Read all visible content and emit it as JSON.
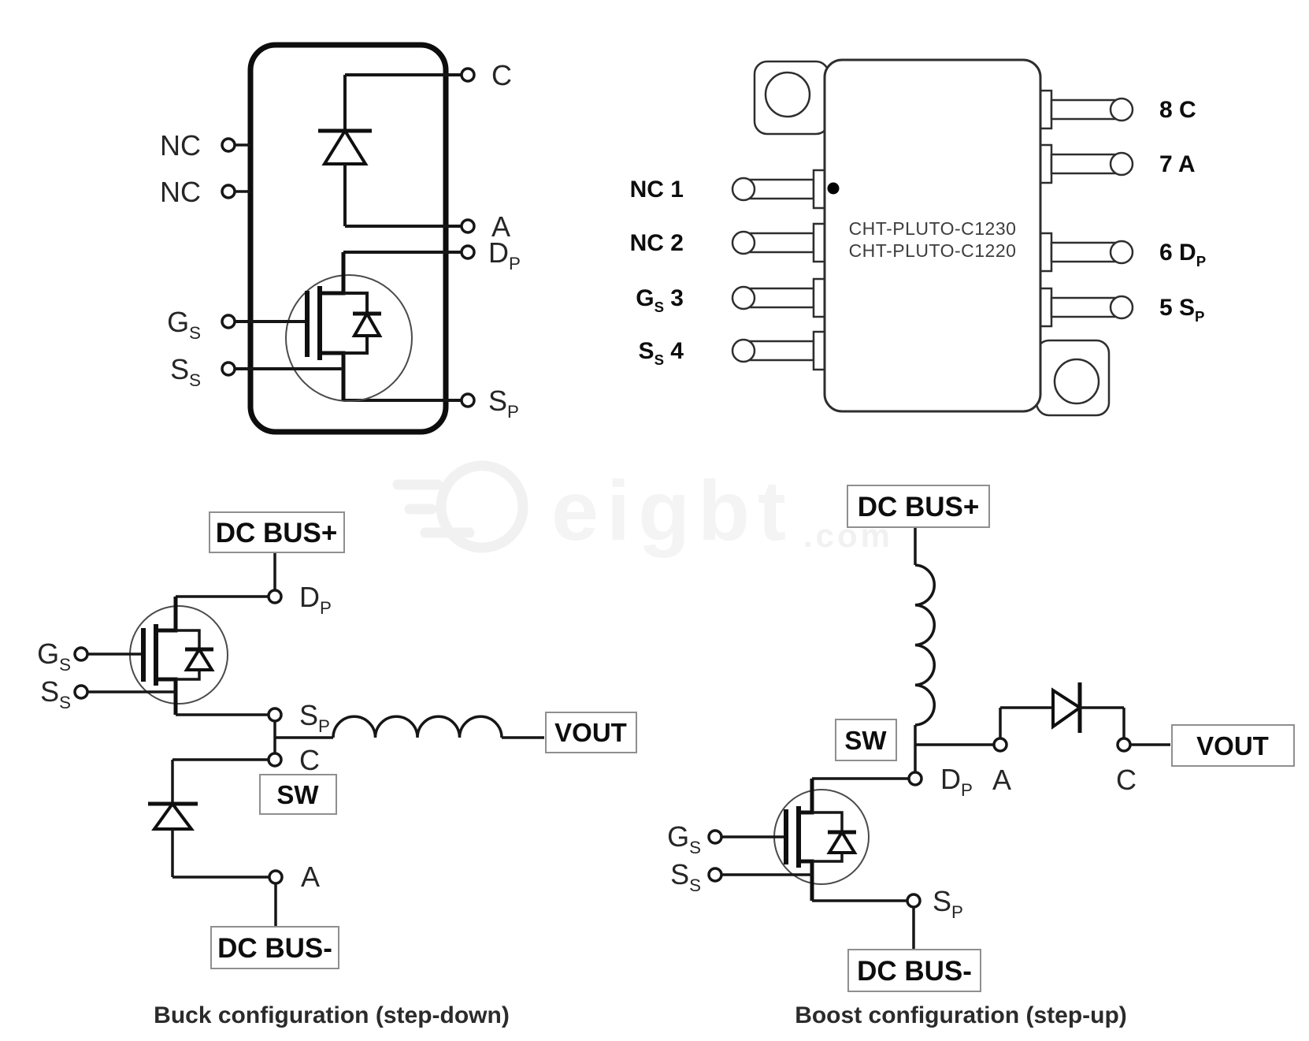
{
  "watermark": {
    "brand": "eigbt",
    "domain": ".com"
  },
  "symbol": {
    "left": [
      {
        "pre": "NC",
        "sub": "",
        "post": ""
      },
      {
        "pre": "NC",
        "sub": "",
        "post": ""
      },
      {
        "pre": "G",
        "sub": "S",
        "post": ""
      },
      {
        "pre": "S",
        "sub": "S",
        "post": ""
      }
    ],
    "right": [
      {
        "pre": "C",
        "sub": "",
        "post": ""
      },
      {
        "pre": "A",
        "sub": "",
        "post": ""
      },
      {
        "pre": "D",
        "sub": "P",
        "post": ""
      },
      {
        "pre": "S",
        "sub": "P",
        "post": ""
      }
    ]
  },
  "package": {
    "device_names": [
      "CHT-PLUTO-C1230",
      "CHT-PLUTO-C1220"
    ],
    "left_pins": [
      {
        "pre": "NC 1",
        "sub": "",
        "post": ""
      },
      {
        "pre": "NC 2",
        "sub": "",
        "post": ""
      },
      {
        "pre": "G",
        "sub": "S",
        "post": " 3"
      },
      {
        "pre": "S",
        "sub": "S",
        "post": " 4"
      }
    ],
    "right_pins": [
      {
        "pre": "8 C",
        "sub": "",
        "post": ""
      },
      {
        "pre": "7 A",
        "sub": "",
        "post": ""
      },
      {
        "pre": "6 D",
        "sub": "P",
        "post": ""
      },
      {
        "pre": "5 S",
        "sub": "P",
        "post": ""
      }
    ]
  },
  "buck": {
    "bus_pos": "DC BUS+",
    "bus_neg": "DC BUS-",
    "sw": "SW",
    "vout": "VOUT",
    "caption": "Buck configuration (step-down)",
    "t": {
      "dp": {
        "pre": "D",
        "sub": "P"
      },
      "sp": {
        "pre": "S",
        "sub": "P"
      },
      "gs": {
        "pre": "G",
        "sub": "S"
      },
      "ss": {
        "pre": "S",
        "sub": "S"
      },
      "c": {
        "pre": "C",
        "sub": ""
      },
      "a": {
        "pre": "A",
        "sub": ""
      }
    }
  },
  "boost": {
    "bus_pos": "DC BUS+",
    "bus_neg": "DC BUS-",
    "sw": "SW",
    "vout": "VOUT",
    "caption": "Boost configuration (step-up)",
    "t": {
      "dp": {
        "pre": "D",
        "sub": "P"
      },
      "sp": {
        "pre": "S",
        "sub": "P"
      },
      "gs": {
        "pre": "G",
        "sub": "S"
      },
      "ss": {
        "pre": "S",
        "sub": "S"
      },
      "c": {
        "pre": "C",
        "sub": ""
      },
      "a": {
        "pre": "A",
        "sub": ""
      }
    }
  }
}
